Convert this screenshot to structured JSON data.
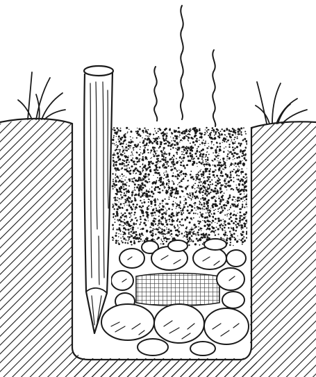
{
  "diagram": {
    "labels": [],
    "colors": {
      "ink": "#1a1a1a",
      "paper": "#ffffff",
      "mesh": "#333333"
    },
    "elements": [
      "ground-surface",
      "grass-tuft",
      "pit-wall",
      "wooden-stake",
      "gravel-layer",
      "rock-layer",
      "wire-mesh",
      "heat-waves"
    ]
  }
}
